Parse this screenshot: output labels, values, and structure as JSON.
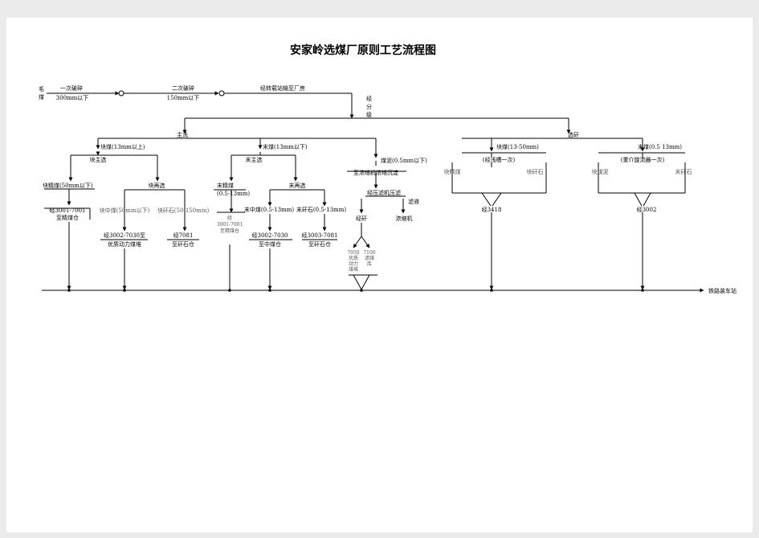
{
  "title": "安家岭选煤厂原则工艺流程图",
  "raw_coal": [
    "毛",
    "煤"
  ],
  "primary_crush": {
    "label": "一次破碎",
    "size": "300mm以下"
  },
  "secondary_crush": {
    "label": "二次破碎",
    "size": "150mm以下"
  },
  "transport": "经转载站输至厂房",
  "classify": [
    "经",
    "分",
    "级"
  ],
  "main_wash": "主洗",
  "bypass": "选矸",
  "lump": "块煤(13mm以上)",
  "fines": "末煤(13mm以下)",
  "slime": "煤泥(0.5mm以下)",
  "lump_main": "块主选",
  "lump_clean": "块精煤(50mm以下)",
  "lump_clean_bin": {
    "code": "经3001-7001",
    "name": "至精煤仓"
  },
  "lump_rewash": "块再选",
  "lump_middling": "块中煤(50mm以下)",
  "lump_gangue": "块矸石(50-150mm)",
  "mid_bin": {
    "code": "经3002-7030至",
    "name": "优质动力煤堆"
  },
  "gangue_bin": {
    "code": "经7081",
    "name": "至矸石仓"
  },
  "fines_main": "末主选",
  "fines_clean": "末精煤",
  "fines_clean_size": "(0.5-13mm)",
  "fines_clean_bin": [
    "经",
    "3001-7001",
    "至精煤仓"
  ],
  "fines_rewash": "末再选",
  "fines_middling": "末中煤(0.5-13mm)",
  "fines_gangue": "末矸石(0.5-13mm)",
  "fines_mid_bin": {
    "code": "经3002-7030",
    "name": "至中煤仓"
  },
  "fines_gangue_bin": {
    "code": "经3003-7081",
    "name": "至矸石仓"
  },
  "thickener": "至浓缩机浓缩沉淀",
  "filter_press": "经压滤机压滤",
  "filtrate": "滤液",
  "cake": "经矸",
  "thickener2": "浓缩机",
  "slime_out_1": [
    "7050",
    "优质",
    "动力",
    "煤堆"
  ],
  "slime_out_2": [
    "7100",
    "滤煤",
    "库"
  ],
  "bypass_lump": "块煤(13-50mm)",
  "bypass_fines": "末煤(0.5  13mm)",
  "jig": "(经浅槽一次)",
  "cyclone": "(重介旋流器一次)",
  "jig_clean": "块精煤",
  "jig_gangue": "块矸石",
  "cyc_clean": "块煤泥",
  "cyc_gangue": "末矸石",
  "out_3418": "经3418",
  "out_3002": "经3002",
  "rail_loading": "铁路装车站"
}
